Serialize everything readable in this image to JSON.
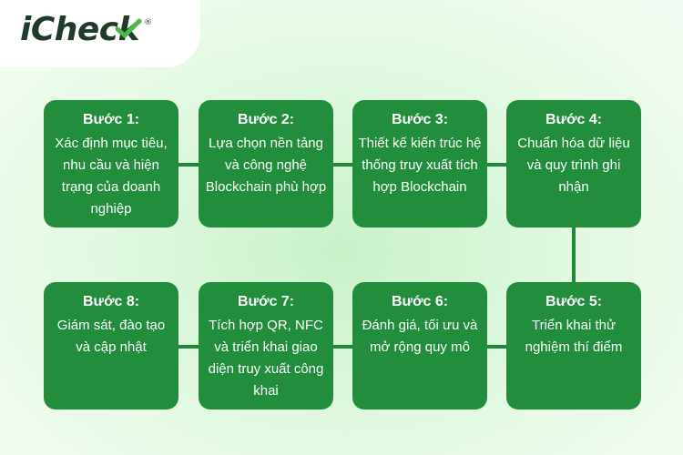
{
  "brand": {
    "name": "iCheck",
    "registered_mark": "®"
  },
  "steps": [
    {
      "title": "Bước 1:",
      "text": "Xác định mục tiêu, nhu cầu và hiện trạng của doanh nghiệp"
    },
    {
      "title": "Bước 2:",
      "text": "Lựa chọn nền tảng và công nghệ Blockchain phù hợp"
    },
    {
      "title": "Bước 3:",
      "text": "Thiết kế kiến trúc hệ thống truy xuất tích hợp Blockchain"
    },
    {
      "title": "Bước 4:",
      "text": "Chuẩn hóa dữ liệu và quy trình ghi nhận"
    },
    {
      "title": "Bước 5:",
      "text": "Triển khai thử nghiệm thí điểm"
    },
    {
      "title": "Bước 6:",
      "text": "Đánh giá, tối ưu và mở rộng quy mô"
    },
    {
      "title": "Bước 7:",
      "text": "Tích hợp QR, NFC và triển khai giao diện truy xuất công khai"
    },
    {
      "title": "Bước 8:",
      "text": "Giám sát, đào tạo và cập nhật"
    }
  ],
  "colors": {
    "box": "#218d3d",
    "connector": "#1f8a3a",
    "logo_text": "#1f3b2a",
    "logo_accent": "#4cb848"
  }
}
